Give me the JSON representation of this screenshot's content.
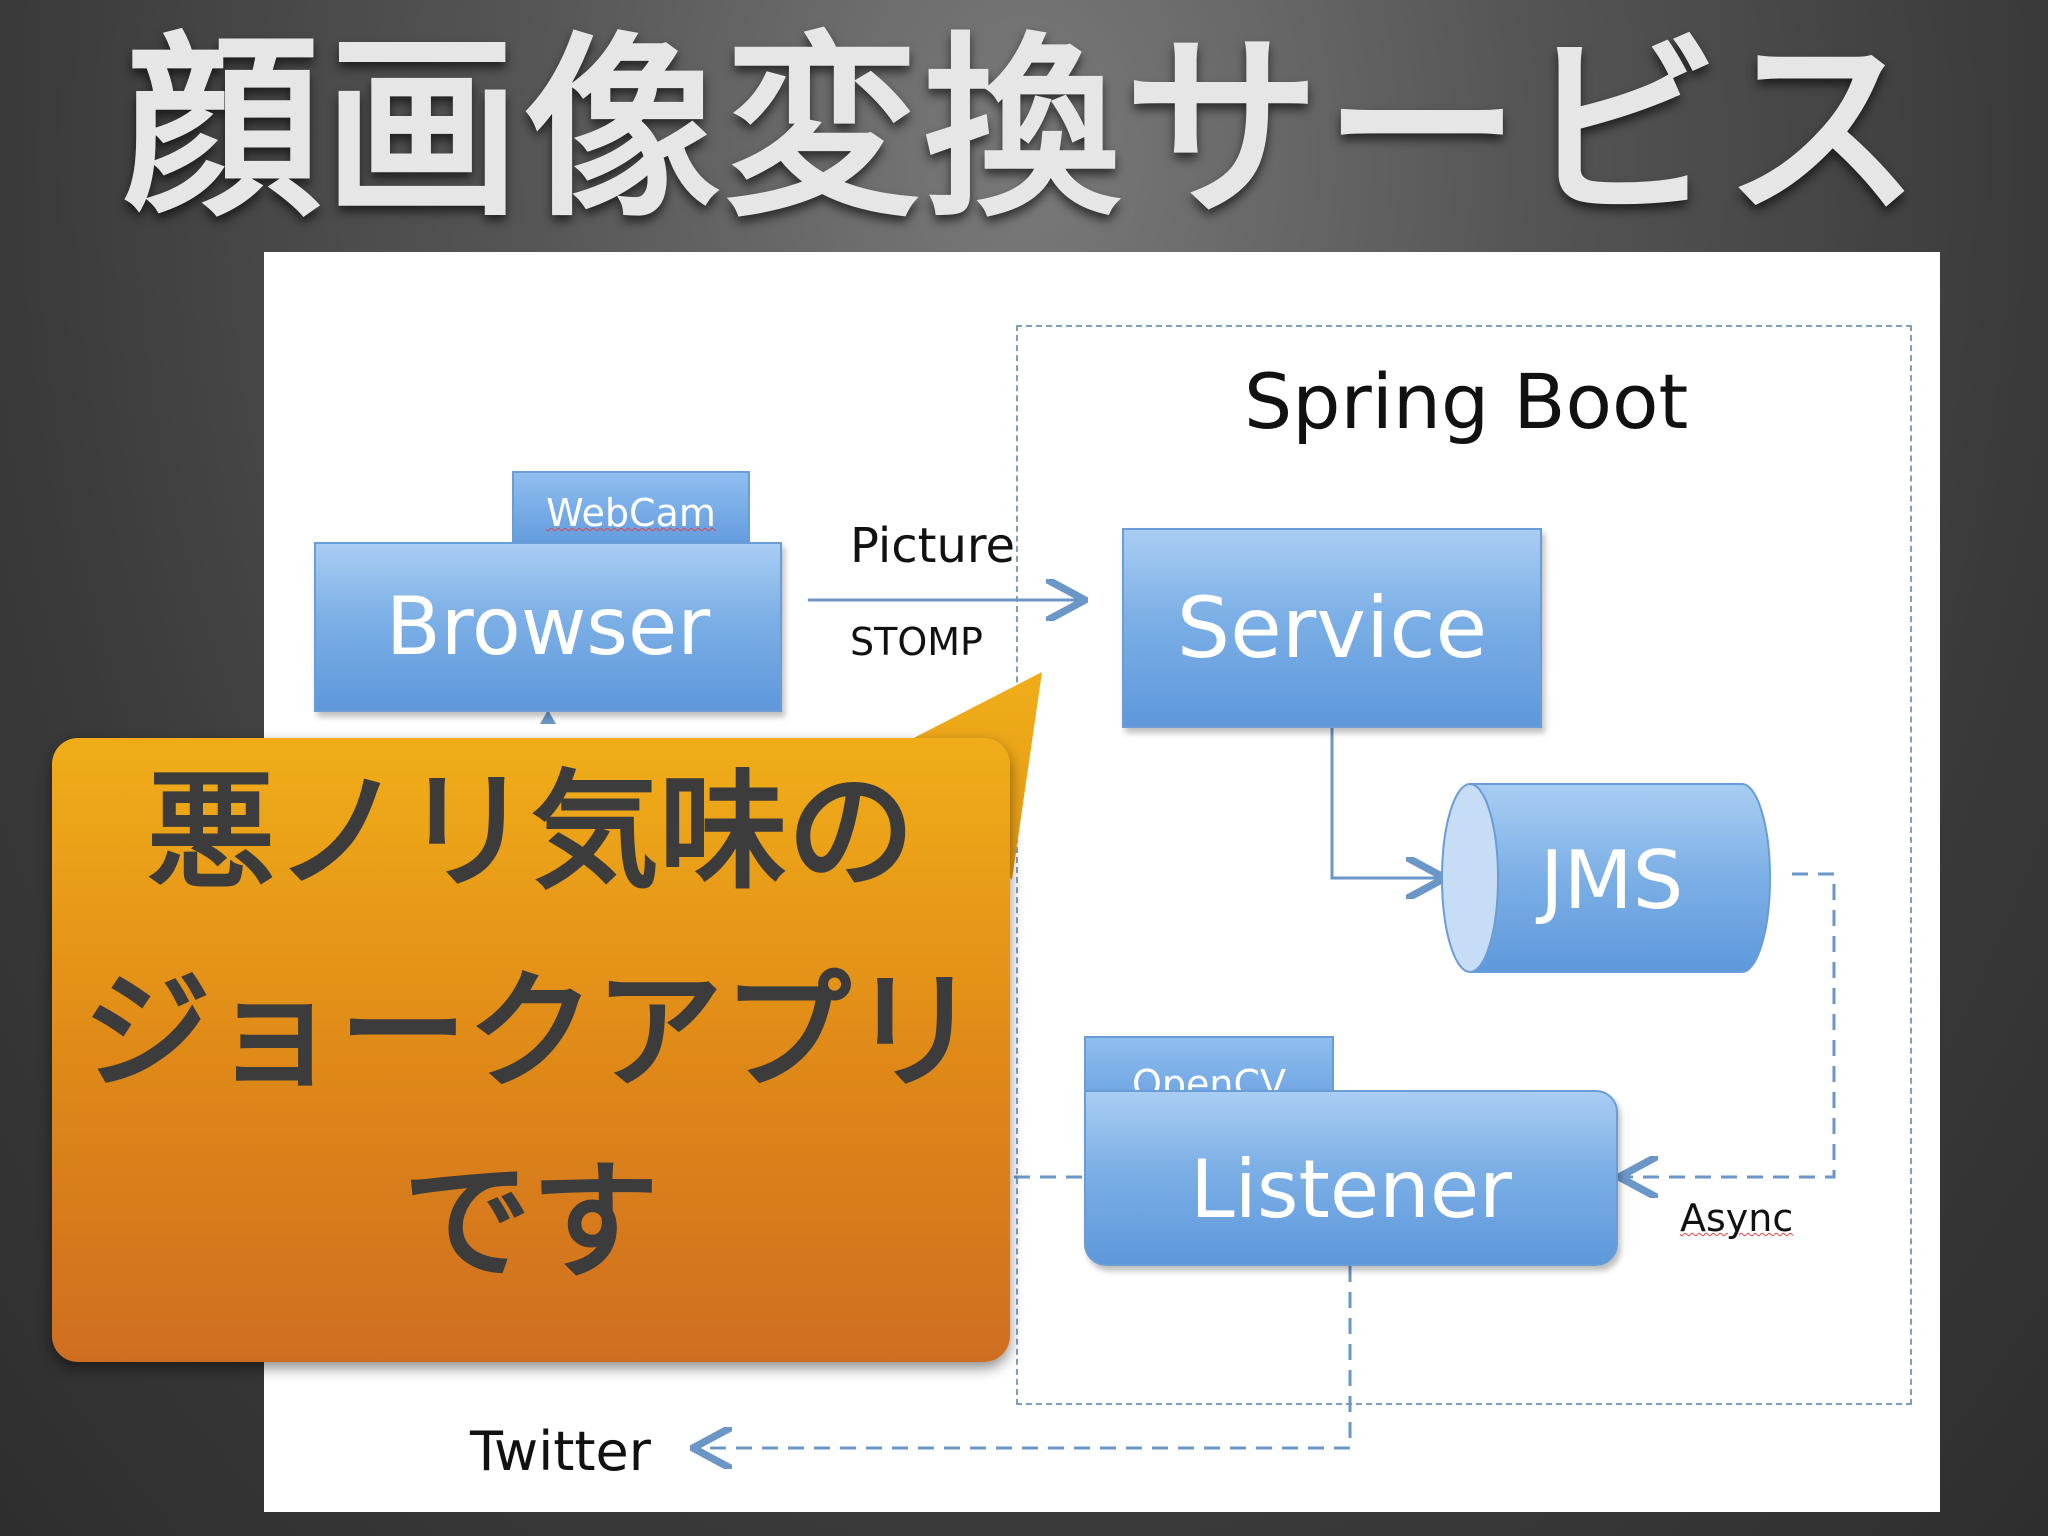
{
  "title": "顔画像変換サービス",
  "diagram": {
    "container_label": "Spring Boot",
    "browser": {
      "label": "Browser",
      "tag": "WebCam"
    },
    "edge_picture_label": "Picture",
    "edge_protocol_label": "STOMP",
    "service": {
      "label": "Service"
    },
    "jms": {
      "label": "JMS"
    },
    "listener": {
      "label": "Listener",
      "tag": "OpenCV"
    },
    "async_label": "Async",
    "twitter_label": "Twitter"
  },
  "callout": {
    "lines": [
      "悪ノリ気味の",
      "ジョークアプリ",
      "です"
    ]
  },
  "colors": {
    "box_blue": "#7cafe6",
    "callout_orange": "#e08a18",
    "title_text": "#e6e6e6"
  }
}
